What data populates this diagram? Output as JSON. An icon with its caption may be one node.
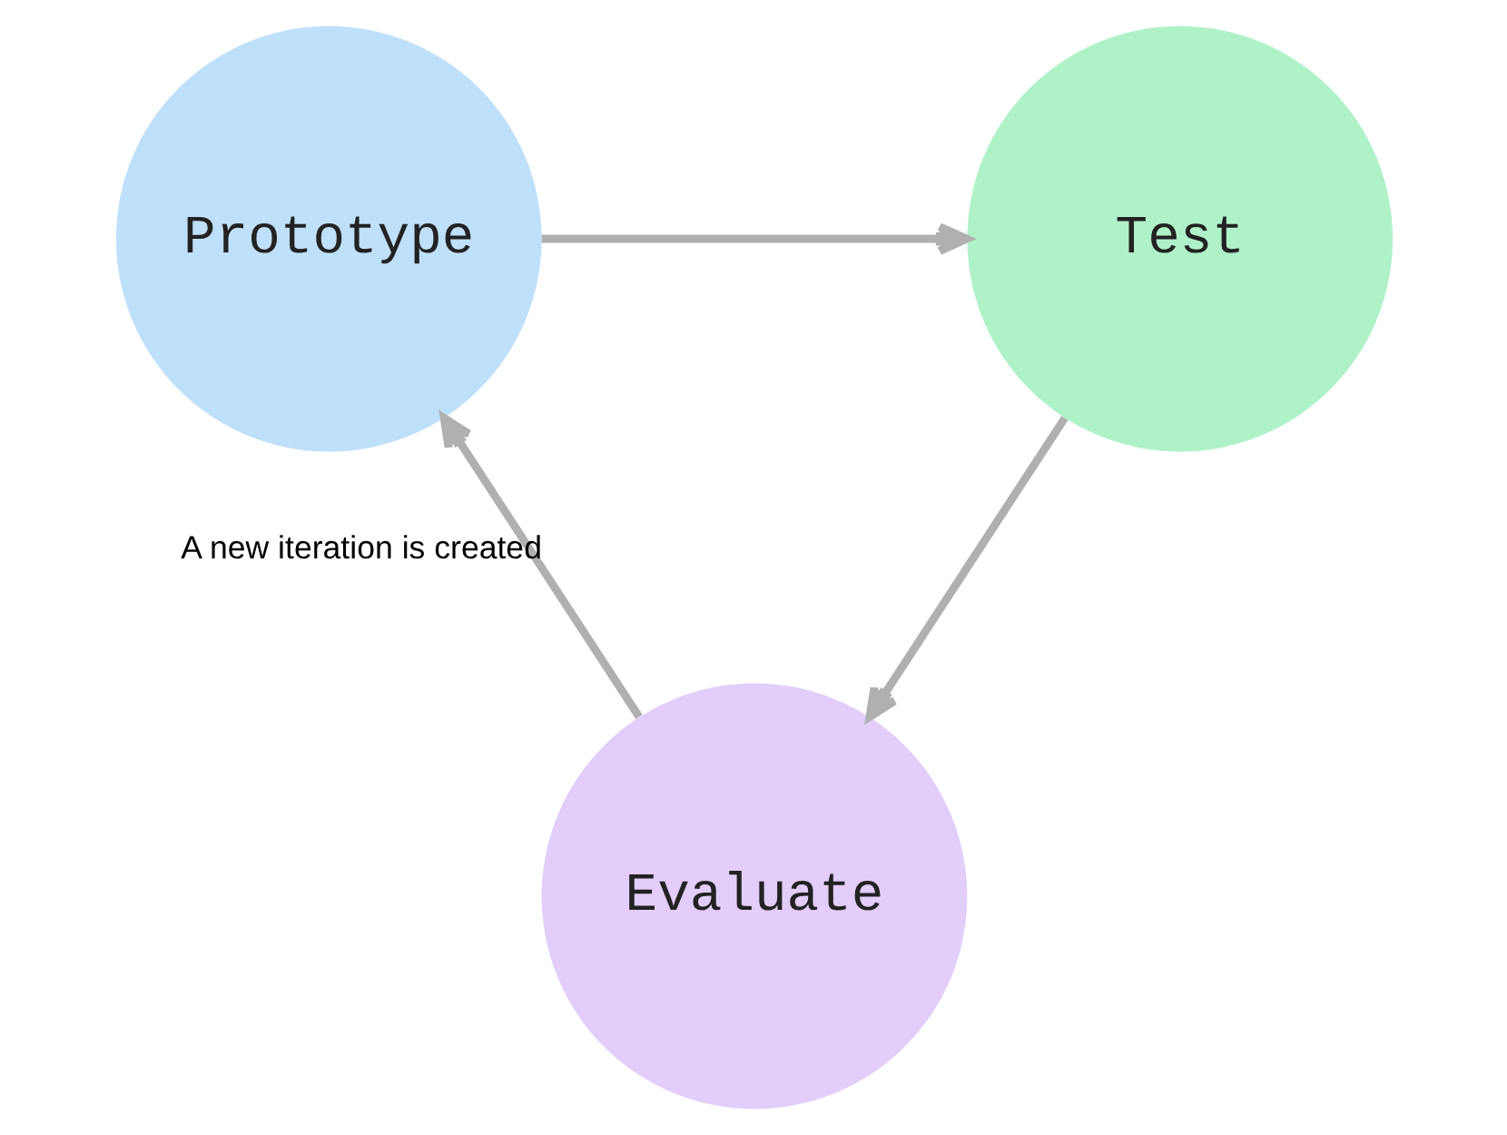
{
  "diagram": {
    "nodes": [
      {
        "text": [
          "Prototype"
        ]
      },
      {
        "text": [
          "Test"
        ]
      },
      {
        "text": [
          "Evaluate"
        ]
      }
    ],
    "edges": [
      {
        "from": 0,
        "to": 1,
        "arrow": "to"
      },
      {
        "from": 1,
        "to": 2,
        "arrow": "to"
      },
      {
        "from": 2,
        "to": 0,
        "arrow": "to",
        "label": "A new iteration is created"
      }
    ]
  }
}
